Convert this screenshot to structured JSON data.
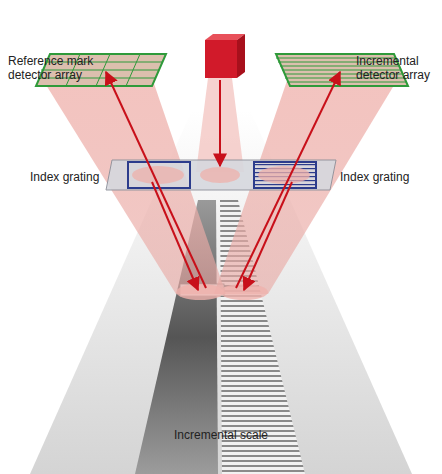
{
  "diagram": {
    "labels": [
      "Reference mark detector array",
      "Incremental detector array",
      "Index grating",
      "Index grating",
      "Incremental scale"
    ]
  }
}
